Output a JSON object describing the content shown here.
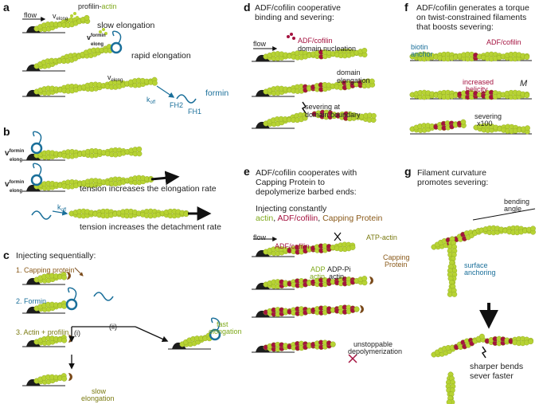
{
  "panels": {
    "a": {
      "letter": "a",
      "flow": "flow",
      "profilin": "profilin-",
      "actin": "actin",
      "velong1": "v",
      "velong1_sub": "elong",
      "slow": "slow elongation",
      "velong_formin": "v",
      "formin_sup": "formin",
      "elong_sub": "elong",
      "rapid": "rapid elongation",
      "velong3": "v",
      "velong3_sub": "elong",
      "koff": "k",
      "koff_sub": "off",
      "formin": "formin",
      "fh2": "FH2",
      "fh1": "FH1"
    },
    "b": {
      "letter": "b",
      "v1": "v",
      "v1_sup": "formin",
      "v1_sub": "elong",
      "v2": "v",
      "v2_sup": "formin",
      "v2_sub": "elong",
      "tension1": "tension increases the elongation rate",
      "koff": "k",
      "koff_sub": "off",
      "tension2": "tension increases the detachment rate"
    },
    "c": {
      "letter": "c",
      "title": "Injecting sequentially:",
      "step1": "1. Capping protein",
      "step2": "2. Formin",
      "step3": "3. Actin + profilin",
      "i": "(i)",
      "ii": "(ii)",
      "fast1": "fast",
      "fast2": "elongation",
      "slow1": "slow",
      "slow2": "elongation"
    },
    "d": {
      "letter": "d",
      "title1": "ADF/cofilin cooperative",
      "title2": "binding and severing:",
      "flow": "flow",
      "adf": "ADF/cofilin",
      "nuc": "domain nucleation",
      "dom1": "domain",
      "dom2": "elongation",
      "sev1": "severing at",
      "sev2": "domain boundary"
    },
    "e": {
      "letter": "e",
      "title1": "ADF/cofilin cooperates with",
      "title2": "Capping Protein to",
      "title3": "depolymerize barbed ends:",
      "inj": "Injecting constantly",
      "actin": "actin",
      "comma1": ", ",
      "adf": "ADF/cofilin",
      "comma2": ", ",
      "cp": "Capping Protein",
      "flow": "flow",
      "adf_label": "ADF/cofilin",
      "atp": "ATP-actin",
      "adp": "ADP",
      "adp_actin": "actin",
      "adppi": "ADP-Pi",
      "adppi_actin": "actin",
      "cp1": "Capping",
      "cp2": "Protein",
      "unstop": "unstoppable",
      "depol": "depolymerization"
    },
    "f": {
      "letter": "f",
      "title1": "ADF/cofilin generates a torque",
      "title2": "on twist-constrained filaments",
      "title3": "that boosts severing:",
      "biotin1": "biotin",
      "biotin2": "anchor",
      "adf": "ADF/cofilin",
      "inc1": "increased",
      "inc2": "helicity",
      "m": "M",
      "sev": "severing",
      "x100": "x100"
    },
    "g": {
      "letter": "g",
      "title1": "Filament curvature",
      "title2": "promotes severing:",
      "bend1": "bending",
      "bend2": "angle",
      "surf1": "surface",
      "surf2": "anchoring",
      "sharp1": "sharper bends",
      "sharp2": "sever faster"
    }
  },
  "colors": {
    "actin": "#b7d334",
    "adf": "#a4123f",
    "formin": "#1a6f9a",
    "capping": "#7a4a1a",
    "dark": "#1d1d1d"
  }
}
